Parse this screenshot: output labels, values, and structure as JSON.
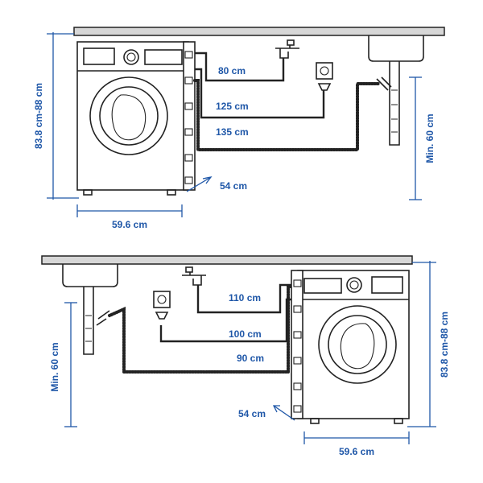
{
  "top_view": {
    "height_label": "83.8 cm-88 cm",
    "min_height_label": "Min. 60 cm",
    "water_hose_label": "80 cm",
    "power_cord_label": "125 cm",
    "drain_hose_label": "135 cm",
    "depth_label": "54 cm",
    "width_label": "59.6 cm"
  },
  "bottom_view": {
    "height_label": "83.8 cm-88 cm",
    "min_height_label": "Min. 60 cm",
    "water_hose_label": "110 cm",
    "power_cord_label": "100 cm",
    "drain_hose_label": "90 cm",
    "depth_label": "54 cm",
    "width_label": "59.6 cm"
  },
  "colors": {
    "dimension": "#1f57a8",
    "outline": "#222222",
    "counter": "#d7d7d7"
  }
}
